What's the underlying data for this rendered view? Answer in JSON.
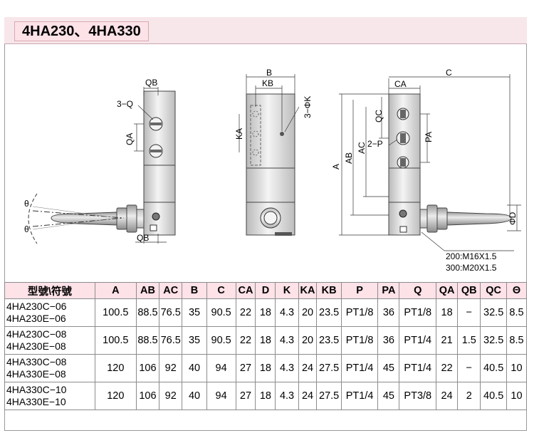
{
  "title": "4HA230、4HA330",
  "drawing_labels": {
    "QB": "QB",
    "Q3": "3−Q",
    "QA": "QA",
    "theta": "θ",
    "B": "B",
    "KB": "KB",
    "K3": "3−ΦK",
    "KA": "KA",
    "CA": "CA",
    "C": "C",
    "QC": "QC",
    "P2": "2−P",
    "PA": "PA",
    "A": "A",
    "AB": "AB",
    "AC": "AC",
    "D": "ΦD",
    "thread_200": "200:M16X1.5",
    "thread_300": "300:M20X1.5"
  },
  "table": {
    "columns": [
      "型號\\符號",
      "A",
      "AB",
      "AC",
      "B",
      "C",
      "CA",
      "D",
      "K",
      "KA",
      "KB",
      "P",
      "PA",
      "Q",
      "QA",
      "QB",
      "QC",
      "Θ"
    ],
    "rows": [
      {
        "models": [
          "4HA230C−06",
          "4HA230E−06"
        ],
        "values": [
          "100.5",
          "88.5",
          "76.5",
          "35",
          "90.5",
          "22",
          "18",
          "4.3",
          "20",
          "23.5",
          "PT1/8",
          "36",
          "PT1/8",
          "18",
          "−",
          "32.5",
          "8.5"
        ]
      },
      {
        "models": [
          "4HA230C−08",
          "4HA230E−08"
        ],
        "values": [
          "100.5",
          "88.5",
          "76.5",
          "35",
          "90.5",
          "22",
          "18",
          "4.3",
          "20",
          "23.5",
          "PT1/8",
          "36",
          "PT1/4",
          "21",
          "1.5",
          "32.5",
          "8.5"
        ]
      },
      {
        "models": [
          "4HA330C−08",
          "4HA330E−08"
        ],
        "values": [
          "120",
          "106",
          "92",
          "40",
          "94",
          "27",
          "18",
          "4.3",
          "24",
          "27.5",
          "PT1/4",
          "45",
          "PT1/4",
          "22",
          "−",
          "40.5",
          "10"
        ]
      },
      {
        "models": [
          "4HA330C−10",
          "4HA330E−10"
        ],
        "values": [
          "120",
          "106",
          "92",
          "40",
          "94",
          "27",
          "18",
          "4.3",
          "24",
          "27.5",
          "PT1/4",
          "45",
          "PT3/8",
          "24",
          "2",
          "40.5",
          "10"
        ]
      }
    ]
  }
}
